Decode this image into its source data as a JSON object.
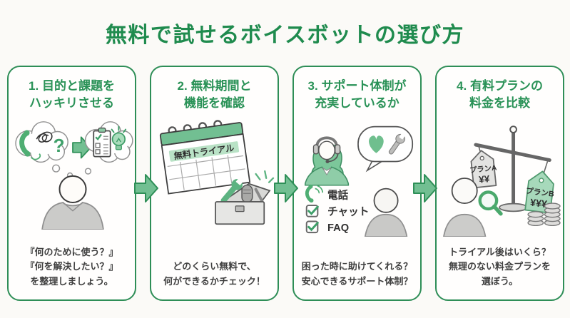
{
  "page": {
    "title": "無料で試せるボイスボットの選び方",
    "background": "#fbfaf7"
  },
  "colors": {
    "title_green": "#1f8b4e",
    "panel_border_green": "#2e8e57",
    "heading_green": "#2a9257",
    "arrow_fill_green": "#72bf92",
    "arrow_outline_green": "#2e8f57",
    "illustration_green": "#7cc79a",
    "highlight_light_green": "#b9e2c6",
    "body_text_gray": "#3f3f3f",
    "figure_gray": "#cbcbc9"
  },
  "steps": [
    {
      "heading_line1": "1. 目的と課題を",
      "heading_line2": "ハッキリさせる",
      "question_mark": "?",
      "caption_lines": [
        "『何のために使う？』",
        "『何を解決したい？』",
        "を整理しましょう。"
      ]
    },
    {
      "heading_line1": "2. 無料期間と",
      "heading_line2": "機能を確認",
      "calendar_label": "無料トライアル",
      "caption_lines": [
        "どのくらい無料で、",
        "何ができるかチェック！"
      ]
    },
    {
      "heading_line1": "3. サポート体制が",
      "heading_line2": "充実しているか",
      "support_channels": [
        {
          "icon": "phone-icon",
          "label": "電話"
        },
        {
          "icon": "checkbox-checked-icon",
          "label": "チャット"
        },
        {
          "icon": "checkbox-checked-icon",
          "label": "FAQ"
        }
      ],
      "caption_lines": [
        "困った時に助けてくれる？",
        "安心できるサポート体制？"
      ]
    },
    {
      "heading_line1": "4. 有料プランの",
      "heading_line2": "料金を比較",
      "tag_a": {
        "label": "プランA",
        "price": "¥¥"
      },
      "tag_b": {
        "label": "プランB",
        "price": "¥¥¥"
      },
      "caption_lines": [
        "トライアル後はいくら？",
        "無理のない料金プランを",
        "選ぼう。"
      ]
    }
  ]
}
